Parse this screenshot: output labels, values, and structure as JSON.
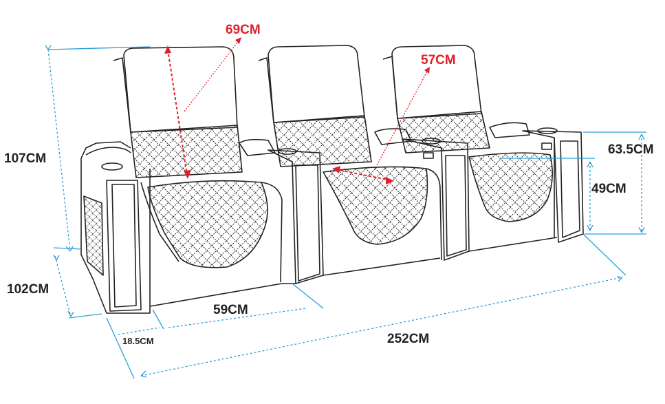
{
  "diagram": {
    "labels": {
      "headrest_height": "69CM",
      "seat_width_diag": "57CM",
      "total_height": "107CM",
      "depth": "102CM",
      "seat_width": "59CM",
      "armrest_width": "18.5CM",
      "total_length": "252CM",
      "armrest_height": "63.5CM",
      "seat_height": "49CM"
    },
    "colors": {
      "outline": "#222222",
      "dimension_blue": "#2a9fd6",
      "dimension_red": "#e0202a",
      "stitch": "#2b2b2b",
      "background": "#ffffff"
    }
  }
}
